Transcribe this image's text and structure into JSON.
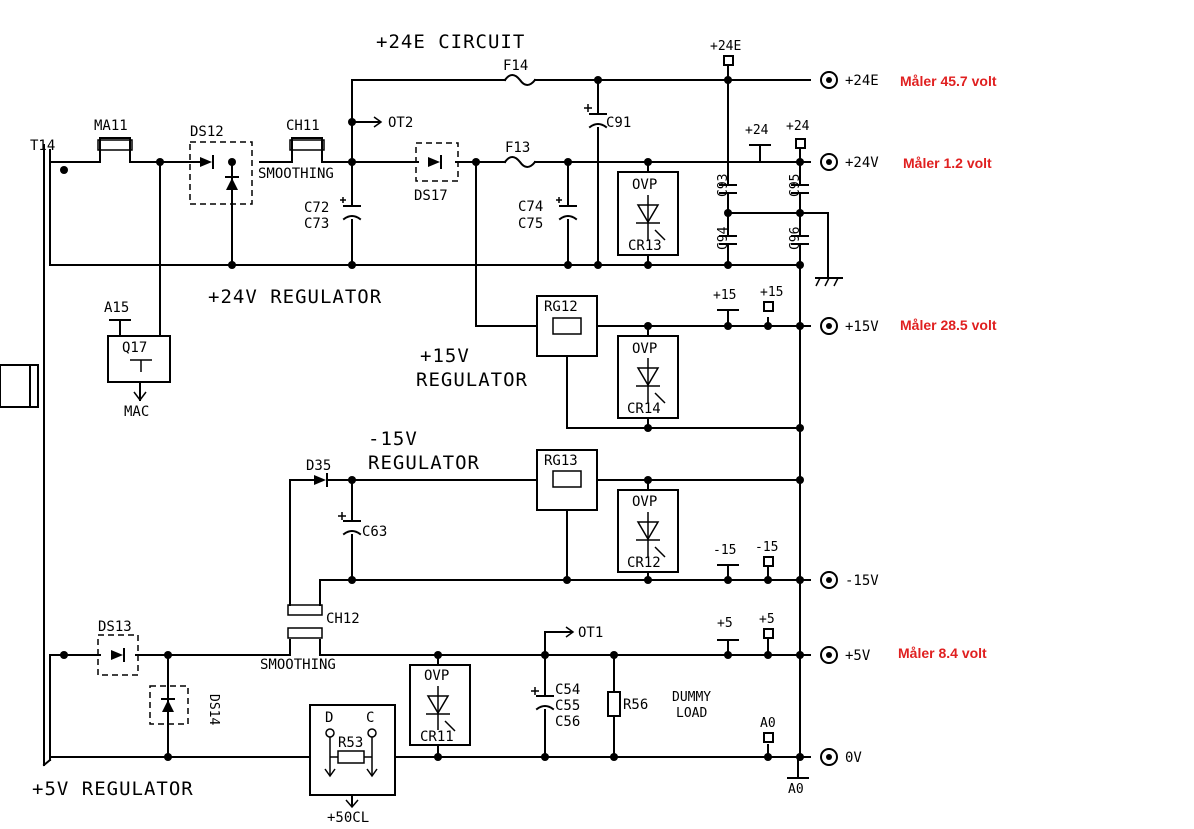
{
  "colors": {
    "wire": "#000000",
    "annotation": "#e02020"
  },
  "titles": {
    "circuit_24e": "+24E CIRCUIT",
    "reg_24v": "+24V REGULATOR",
    "reg_15v_line1": "+15V",
    "reg_15v_line2": "REGULATOR",
    "reg_m15v_line1": "-15V",
    "reg_m15v_line2": "REGULATOR",
    "reg_5v": "+5V REGULATOR"
  },
  "components": {
    "t14": "T14",
    "ma11": "MA11",
    "ds12": "DS12",
    "ch11": "CH11",
    "smoothing_1": "SMOOTHING",
    "c72": "C72",
    "c73": "C73",
    "ot2": "OT2",
    "ds17": "DS17",
    "f14": "F14",
    "f13": "F13",
    "c91": "C91",
    "c74": "C74",
    "c75": "C75",
    "ovp": "OVP",
    "cr13": "CR13",
    "c93": "C93",
    "c94": "C94",
    "c95": "C95",
    "c96": "C96",
    "a15": "A15",
    "q17": "Q17",
    "mac": "MAC",
    "rg12": "RG12",
    "cr14": "CR14",
    "d35": "D35",
    "c63": "C63",
    "rg13": "RG13",
    "cr12": "CR12",
    "ch12": "CH12",
    "smoothing_2": "SMOOTHING",
    "ds13": "DS13",
    "ds14": "DS14",
    "ot1": "OT1",
    "c54": "C54",
    "c55": "C55",
    "c56": "C56",
    "r56": "R56",
    "dummy_line1": "DUMMY",
    "dummy_line2": "LOAD",
    "cr11": "CR11",
    "r53": "R53",
    "d": "D",
    "c": "C",
    "plus50cl": "+50CL"
  },
  "test_points": {
    "tp_24e": "+24E",
    "tp_24a": "+24",
    "tp_24b": "+24",
    "tp_15a": "+15",
    "tp_15b": "+15",
    "tp_m15a": "-15",
    "tp_m15b": "-15",
    "tp_5a": "+5",
    "tp_5b": "+5",
    "tp_a0_top": "A0",
    "tp_a0_bottom": "A0"
  },
  "outputs": [
    {
      "label": "+24E",
      "measurement": "Måler 45.7 volt"
    },
    {
      "label": "+24V",
      "measurement": "Måler 1.2 volt"
    },
    {
      "label": "+15V",
      "measurement": "Måler 28.5 volt"
    },
    {
      "label": "-15V",
      "measurement": ""
    },
    {
      "label": "+5V",
      "measurement": "Måler 8.4 volt"
    },
    {
      "label": "0V",
      "measurement": ""
    }
  ]
}
